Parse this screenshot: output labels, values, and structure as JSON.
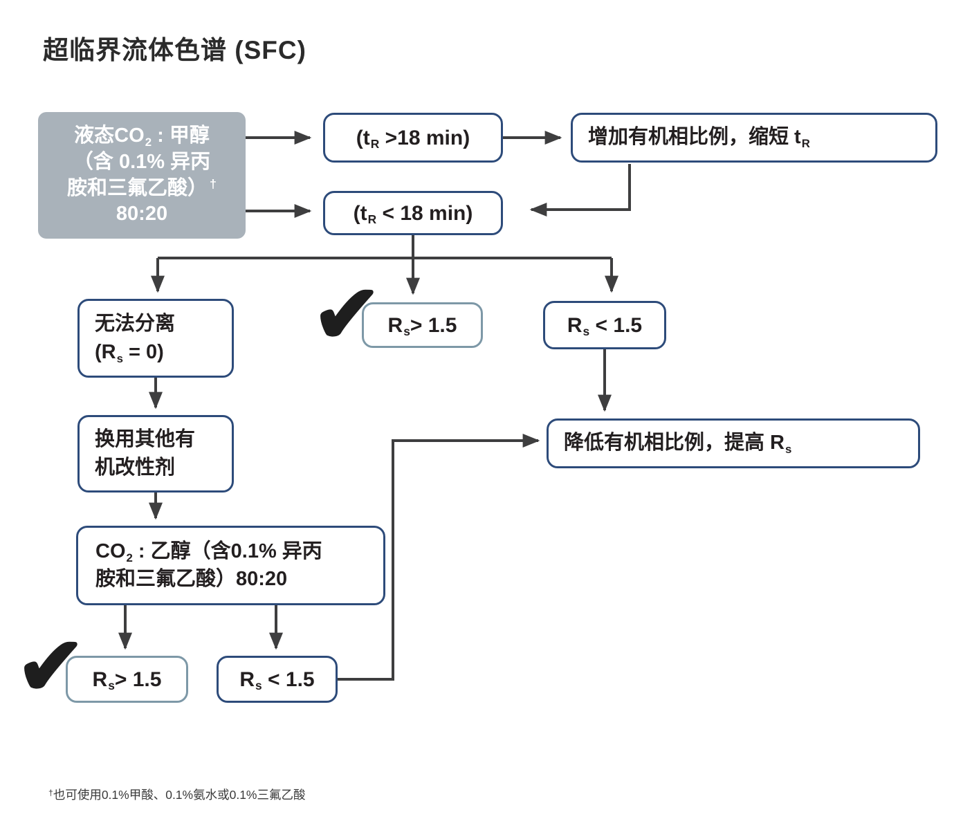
{
  "title": "超临界流体色谱 (SFC)",
  "check_glyph": "✔",
  "colors": {
    "node_border_navy": "#2d4b7a",
    "node_border_light": "#7d98a7",
    "start_box_fill": "#a9b2ba",
    "arrow": "#3e3e3f",
    "text": "#231f20"
  },
  "nodes": {
    "start": {
      "l1a": "液态CO",
      "l1sub": "2",
      "l1b": " : 甲醇",
      "l2": "（含 0.1% 异丙",
      "l3": "胺和三氟乙酸）",
      "l3sup": "†",
      "l4": "80:20"
    },
    "tr_gt": {
      "a": "(t",
      "sub": "R",
      "b": " >18 min)"
    },
    "increase": {
      "a": "增加有机相比例，缩短 t",
      "sub": "R"
    },
    "tr_lt": {
      "a": "(t",
      "sub": "R",
      "b": " < 18 min)"
    },
    "no_sep": {
      "l1": "无法分离",
      "l2a": "(R",
      "l2sub": "s",
      "l2b": " = 0)"
    },
    "rs_gt_mid": {
      "a": "R",
      "sub": "s",
      "b": "> 1.5"
    },
    "rs_lt_mid": {
      "a": "R",
      "sub": "s",
      "b": " < 1.5"
    },
    "switch_mod": {
      "l1": "换用其他有",
      "l2": "机改性剂"
    },
    "decrease": {
      "a": "降低有机相比例，提高 R",
      "sub": "s"
    },
    "co2_ethanol": {
      "l1a": "CO",
      "l1sub": "2",
      "l1b": " : 乙醇（含0.1% 异丙",
      "l2": "胺和三氟乙酸）80:20"
    },
    "rs_gt_bot": {
      "a": "R",
      "sub": "s",
      "b": "> 1.5"
    },
    "rs_lt_bot": {
      "a": "R",
      "sub": "s",
      "b": " < 1.5"
    }
  },
  "footnote": {
    "sup": "†",
    "text": "也可使用0.1%甲酸、0.1%氨水或0.1%三氟乙酸"
  }
}
